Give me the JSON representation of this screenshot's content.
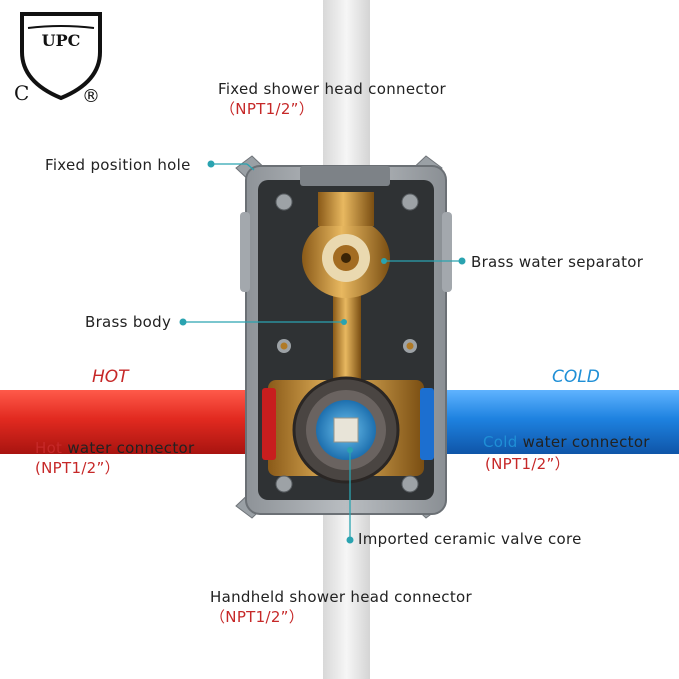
{
  "logo": {
    "shield_text": "UPC",
    "left_letter": "C",
    "right_symbol": "®"
  },
  "labels": {
    "fixed_shower": {
      "name": "Fixed shower head connector",
      "spec": "（NPT1/2”）"
    },
    "fixed_hole": "Fixed position hole",
    "separator": "Brass water separator",
    "body": "Brass body",
    "hot_pipe": "HOT",
    "cold_pipe": "COLD",
    "hot_connector": {
      "word": "Hot",
      "rest": " water connector",
      "spec": "(NPT1/2”）"
    },
    "cold_connector": {
      "word": "Cold",
      "rest": " water connector",
      "spec": "(NPT1/2”）"
    },
    "valve_core": "Imported ceramic valve core",
    "handheld": {
      "name": "Handheld shower head connector",
      "spec": "（NPT1/2”）"
    }
  },
  "colors": {
    "hot": "#d62020",
    "cold": "#1e82e0",
    "leader": "#2aa3b0",
    "brass": "#c9963c"
  }
}
